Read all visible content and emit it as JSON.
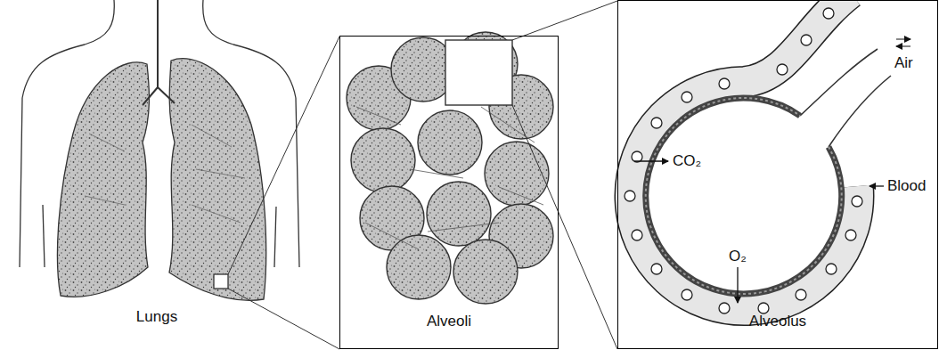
{
  "diagram": {
    "nodes": [
      {
        "text": [
          "Alveoli"
        ]
      },
      {
        "text": [
          "Alveolus"
        ]
      }
    ],
    "labels": [
      "Lungs",
      "CO₂",
      "O₂",
      "Air",
      "Blood"
    ]
  }
}
